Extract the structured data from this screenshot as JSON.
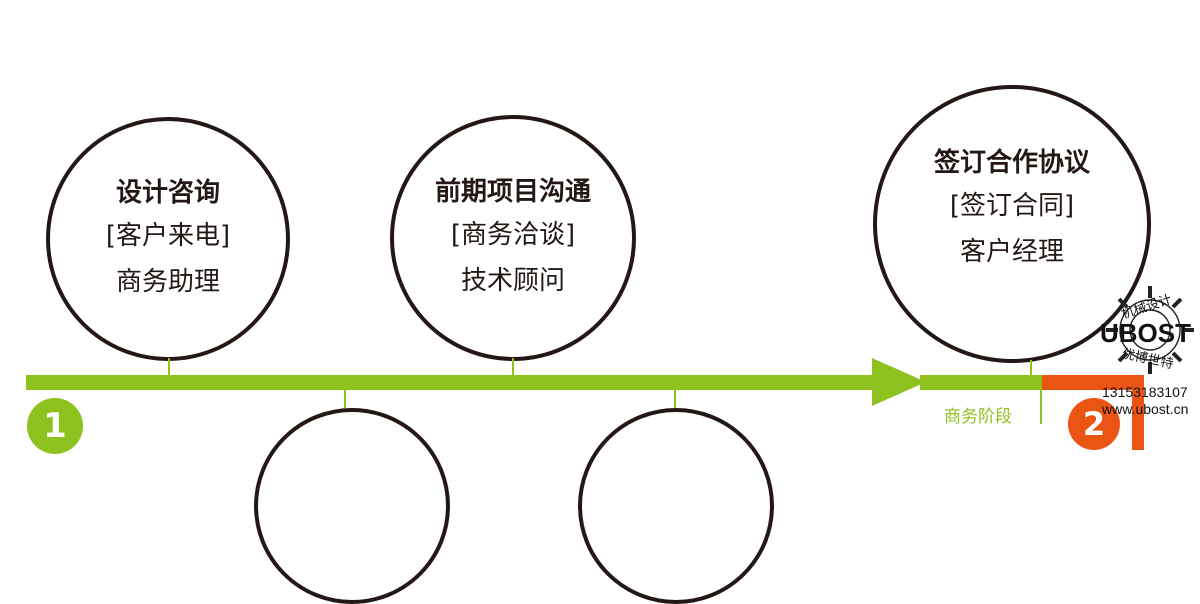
{
  "steps": [
    {
      "number": "1",
      "title": "设计咨询",
      "detail": "[客户来电]",
      "role": "商务助理"
    },
    {
      "title": "前期项目沟通",
      "detail": "[商务洽谈]",
      "role": "技术顾问"
    },
    {
      "title": "签订合作协议",
      "detail": "[签订合同]",
      "role": "客户经理"
    }
  ],
  "phase": {
    "number": "2",
    "label": "商务阶段"
  },
  "watermark": {
    "top_text": "机械设计",
    "brand": "UBOST",
    "bottom_text": "优博世特",
    "phone": "13153183107",
    "url": "www.ubost.cn"
  },
  "colors": {
    "green": "#8dc21f",
    "orange": "#ea5514",
    "outline": "#231815"
  }
}
